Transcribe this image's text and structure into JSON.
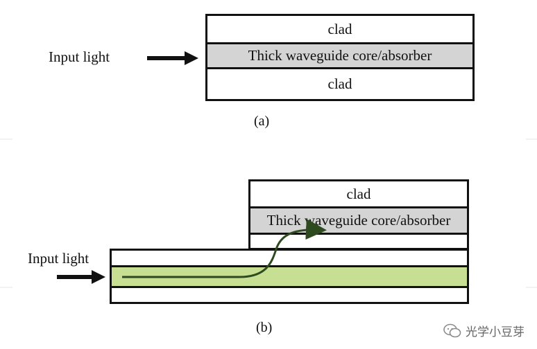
{
  "panel_a": {
    "input_label": "Input light",
    "top_layer": "clad",
    "middle_layer": "Thick waveguide core/absorber",
    "bottom_layer": "clad",
    "caption": "(a)"
  },
  "panel_b": {
    "input_label": "Input light",
    "upper_clad": "clad",
    "absorber_layer": "Thick waveguide core/absorber",
    "caption": "(b)"
  },
  "watermark": "光学小豆芽",
  "colors": {
    "gray_layer": "#d4d4d4",
    "green_core": "#c6df92",
    "light_path": "#2e4a1f"
  }
}
